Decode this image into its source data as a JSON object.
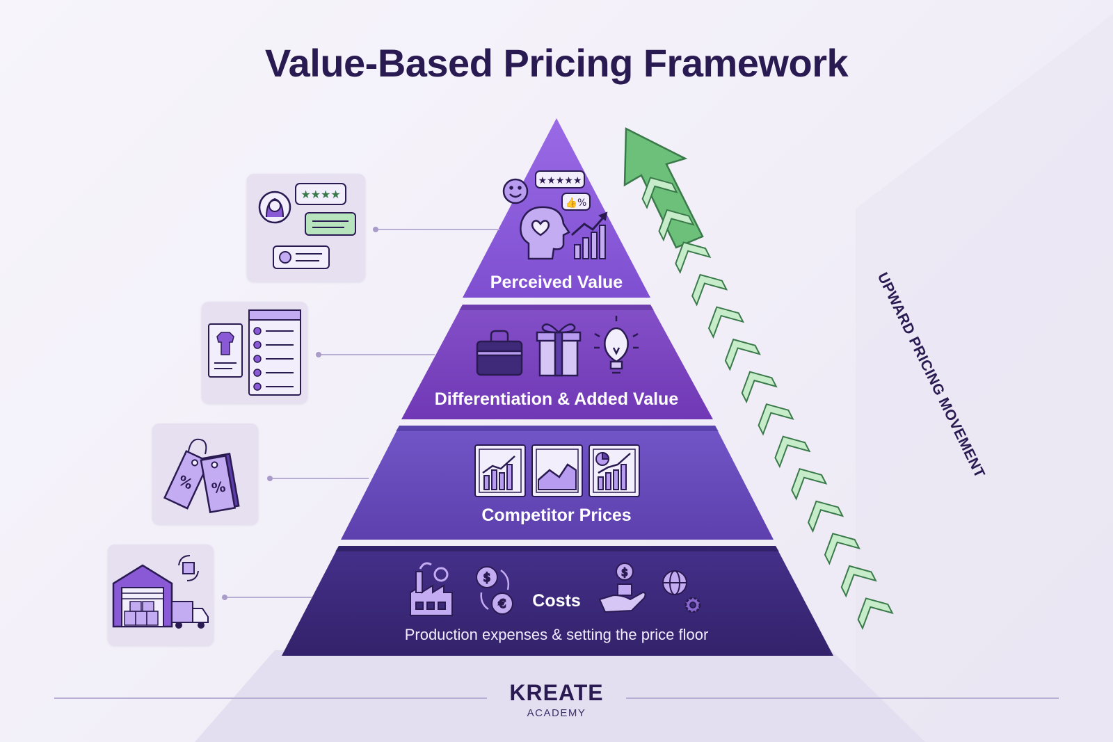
{
  "title": "Value-Based Pricing Framework",
  "levels": [
    {
      "label": "Perceived Value"
    },
    {
      "label": "Differentiation & Added Value"
    },
    {
      "label": "Competitor Prices"
    },
    {
      "label": "Costs",
      "sublabel": "Production expenses & setting the price floor"
    }
  ],
  "arrow": {
    "label": "UPWARD PRICING MOVEMENT"
  },
  "brand": {
    "name": "KREATE",
    "sub": "ACADEMY"
  },
  "colors": {
    "level1": "#8b5cd6",
    "level2": "#7a44bd",
    "level3": "#6a4bbf",
    "level4": "#3b2a78",
    "arrow": "#5fb06d",
    "title": "#2a1a52"
  },
  "icons": {
    "perceived": [
      "smile-icon",
      "rating-stars-icon",
      "thumbs-up-percent-icon",
      "head-heart-icon",
      "growth-chart-icon"
    ],
    "differentiation": [
      "briefcase-icon",
      "gift-icon",
      "lightbulb-icon"
    ],
    "competitor": [
      "line-bar-chart-icon",
      "area-chart-icon",
      "pie-bar-chart-icon"
    ],
    "costs": [
      "factory-icon",
      "currency-coins-icon",
      "hand-money-icon",
      "globe-gear-icon"
    ],
    "cards": [
      "customer-reviews-icon",
      "product-checklist-icon",
      "discount-tags-icon",
      "warehouse-truck-icon"
    ]
  }
}
